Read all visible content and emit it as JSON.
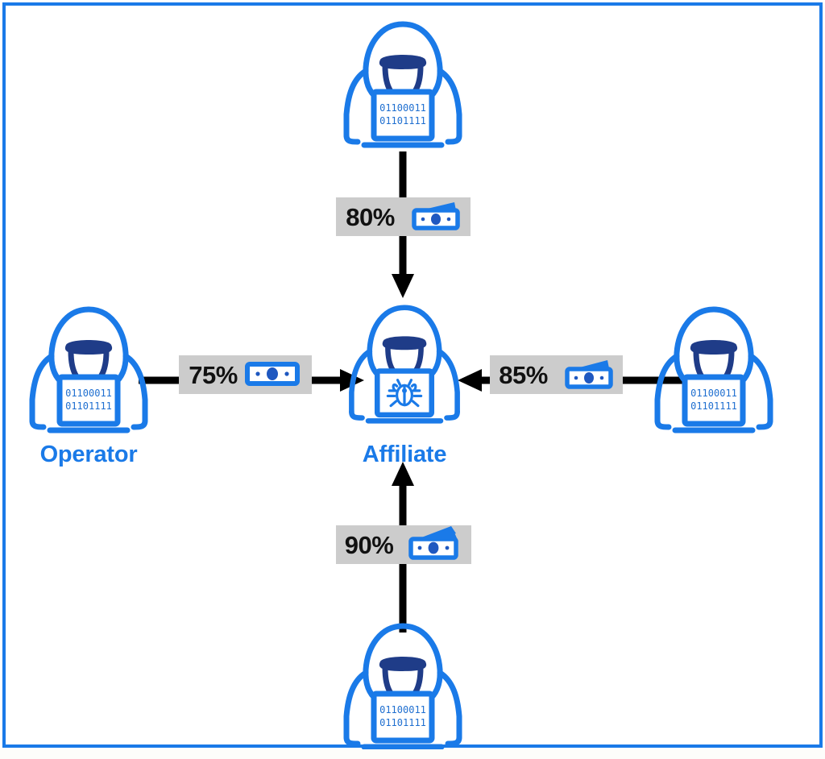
{
  "diagram": {
    "title_present": false,
    "background": "#ffffff",
    "border_color": "#1a7ae8",
    "accent_color": "#1a7ae8",
    "dark_accent_color": "#1f3c88",
    "chip_background": "#cccccc",
    "arrow_color": "#000000"
  },
  "nodes": [
    {
      "id": "top",
      "role": "hacker",
      "label": "",
      "screen_text_line1": "01100011",
      "screen_text_line2": "01101111",
      "screen_icon": "binary-code"
    },
    {
      "id": "left",
      "role": "operator",
      "label": "Operator",
      "screen_text_line1": "01100011",
      "screen_text_line2": "01101111",
      "screen_icon": "binary-code"
    },
    {
      "id": "center",
      "role": "affiliate",
      "label": "Affiliate",
      "screen_text_line1": "",
      "screen_text_line2": "",
      "screen_icon": "bug-icon"
    },
    {
      "id": "right",
      "role": "hacker",
      "label": "",
      "screen_text_line1": "01100011",
      "screen_text_line2": "01101111",
      "screen_icon": "binary-code"
    },
    {
      "id": "bottom",
      "role": "hacker",
      "label": "",
      "screen_text_line1": "01100011",
      "screen_text_line2": "01101111",
      "screen_icon": "binary-code"
    }
  ],
  "flows": [
    {
      "id": "top-to-center",
      "from": "top",
      "to": "center",
      "percent": "80%",
      "money_icon": "banknote-one-flying-note",
      "direction": "down"
    },
    {
      "id": "left-to-center",
      "from": "left",
      "to": "center",
      "percent": "75%",
      "money_icon": "banknote-plain",
      "direction": "right"
    },
    {
      "id": "right-to-center",
      "from": "right",
      "to": "center",
      "percent": "85%",
      "money_icon": "banknote-one-flying-note",
      "direction": "left"
    },
    {
      "id": "bottom-to-center",
      "from": "bottom",
      "to": "center",
      "percent": "90%",
      "money_icon": "banknote-two-flying-notes",
      "direction": "up"
    }
  ]
}
